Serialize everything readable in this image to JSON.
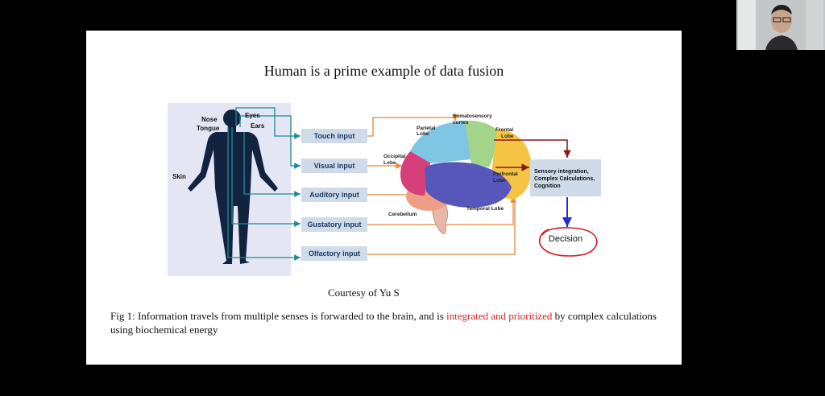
{
  "slide": {
    "title": "Human is a prime example of data fusion",
    "courtesy": "Courtesy of  Yu S",
    "caption_pre": "Fig 1: Information travels from multiple senses is forwarded to the brain, and is ",
    "caption_highlight": "integrated and prioritized",
    "caption_post": " by complex calculations using biochemical energy"
  },
  "body_labels": {
    "nose": "Nose",
    "tongue": "Tongue",
    "eyes": "Eyes",
    "ears": "Ears",
    "skin": "Skin"
  },
  "inputs": [
    "Touch input",
    "Visual input",
    "Auditory input",
    "Gustatory  input",
    "Olfactory input"
  ],
  "brain_labels": {
    "somatosensory": [
      "Somatosensory",
      "cortex"
    ],
    "parietal": [
      "Parietal",
      "Lobe"
    ],
    "frontal": [
      "Frontal",
      "Lobe"
    ],
    "occipital": [
      "Occipital",
      "Lobe"
    ],
    "prefrontal": [
      "Prefrontal",
      "Lobe"
    ],
    "cerebellum": "Cerebellum",
    "temporal": "Temporal Lobe"
  },
  "integration": [
    "Sensory integration,",
    "Complex Calculations,",
    "Cognition"
  ],
  "decision": "Decision",
  "colors": {
    "input_box": "#cfdbe8",
    "body_bg": "#e4e6f4",
    "teal_line": "#1f8a97",
    "orange_line": "#e8883a",
    "dark_red": "#8b1a1a",
    "blue_arrow": "#1f2fd0",
    "decision_ring": "#d61c1c",
    "highlight": "#d22222"
  }
}
